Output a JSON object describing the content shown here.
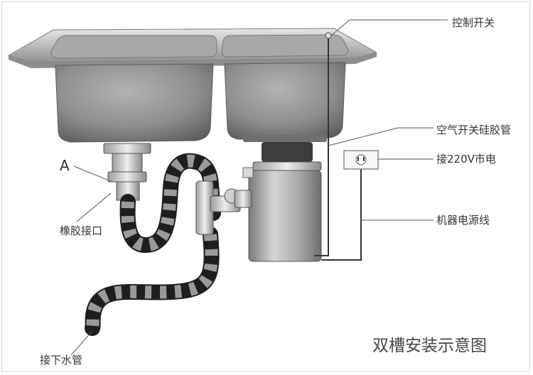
{
  "labels": {
    "switch": "控制开关",
    "air_switch_hose": "空气开关硅胶管",
    "power_220v": "接220V市电",
    "power_cord": "机器电源线",
    "marker_a": "A",
    "rubber_joint": "橡胶接口",
    "drain_pipe": "接下水管"
  },
  "title": "双槽安装示意图",
  "colors": {
    "leader_line": "#555555",
    "pipe_dark": "#1e1e1e",
    "pipe_light": "#8c8c8c",
    "sink_basin": "#9a9a9a",
    "sink_rim": "#c9c9c9"
  }
}
